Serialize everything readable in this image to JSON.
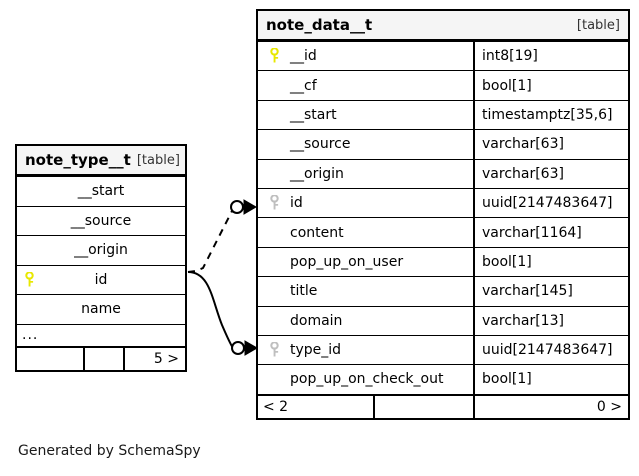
{
  "diagram": {
    "caption": "Generated by SchemaSpy",
    "type_label": "[table]",
    "icons": {
      "primary_key": "key-icon-primary",
      "foreign_key": "key-icon-foreign"
    },
    "colors": {
      "primary_key": "#e8e800",
      "foreign_key": "#bfbfbf",
      "border": "#000000",
      "header_background": "#f5f5f5",
      "background": "#ffffff"
    }
  },
  "tables": {
    "note_data_t": {
      "name": "note_data__t",
      "type": "[table]",
      "columns": [
        {
          "name": "__id",
          "type": "int8[19]",
          "key": "primary"
        },
        {
          "name": "__cf",
          "type": "bool[1]",
          "key": "none"
        },
        {
          "name": "__start",
          "type": "timestamptz[35,6]",
          "key": "none"
        },
        {
          "name": "__source",
          "type": "varchar[63]",
          "key": "none"
        },
        {
          "name": "__origin",
          "type": "varchar[63]",
          "key": "none"
        },
        {
          "name": "id",
          "type": "uuid[2147483647]",
          "key": "foreign"
        },
        {
          "name": "content",
          "type": "varchar[1164]",
          "key": "none"
        },
        {
          "name": "pop_up_on_user",
          "type": "bool[1]",
          "key": "none"
        },
        {
          "name": "title",
          "type": "varchar[145]",
          "key": "none"
        },
        {
          "name": "domain",
          "type": "varchar[13]",
          "key": "none"
        },
        {
          "name": "type_id",
          "type": "uuid[2147483647]",
          "key": "foreign"
        },
        {
          "name": "pop_up_on_check_out",
          "type": "bool[1]",
          "key": "none"
        }
      ],
      "footer": {
        "left": "< 2",
        "middle": "",
        "right": "0 >"
      }
    },
    "note_type_t": {
      "name": "note_type__t",
      "type": "[table]",
      "columns": [
        {
          "name": "__start",
          "key": "none"
        },
        {
          "name": "__source",
          "key": "none"
        },
        {
          "name": "__origin",
          "key": "none"
        },
        {
          "name": "id",
          "key": "primary"
        },
        {
          "name": "name",
          "key": "none"
        }
      ],
      "more_indicator": "...",
      "footer": {
        "left": "",
        "middle": "",
        "right": "5 >"
      }
    }
  },
  "relationships": [
    {
      "name": "note-type-id-to-note-data-id",
      "style": "dashed",
      "from_table": "note_type__t",
      "from_column": "id",
      "to_table": "note_data__t",
      "to_column": "id"
    },
    {
      "name": "note-type-id-to-note-data-type-id",
      "style": "solid",
      "from_table": "note_type__t",
      "from_column": "id",
      "to_table": "note_data__t",
      "to_column": "type_id"
    }
  ]
}
